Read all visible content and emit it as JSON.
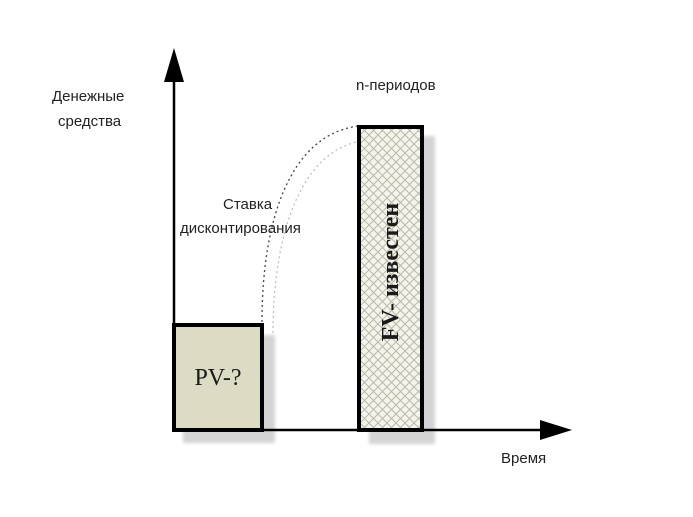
{
  "diagram": {
    "y_axis_label_line1": "Денежные",
    "y_axis_label_line2": "средства",
    "x_axis_label": "Время",
    "periods_label": "n-периодов",
    "rate_label_line1": "Ставка",
    "rate_label_line2": "дисконтирования",
    "pv_label": "PV-?",
    "fv_label": "FV- известен",
    "colors": {
      "axis": "#000000",
      "pv_fill": "#dcdcc4",
      "fv_fill": "#f4f4ec",
      "fv_hatch": "#b9b9a8",
      "shadow": "#d4d4d4",
      "curve": "#444444"
    }
  }
}
